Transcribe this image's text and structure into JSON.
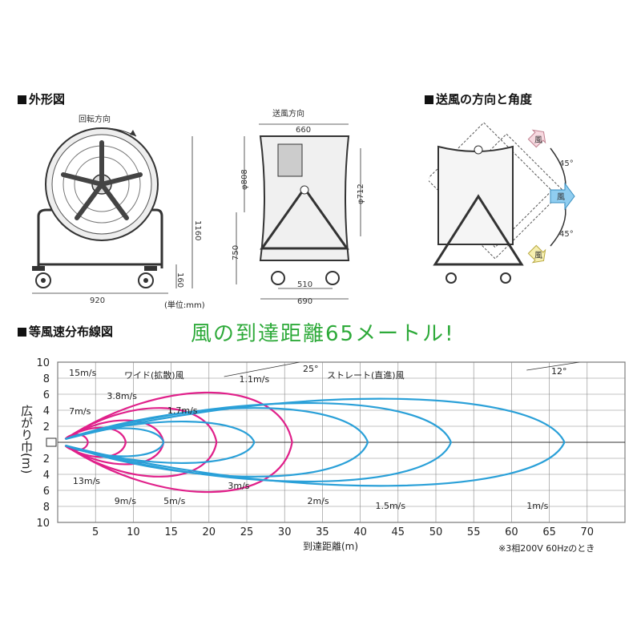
{
  "sections": {
    "outline_title": "外形図",
    "airflow_title": "送風の方向と角度",
    "distribution_title": "等風速分布線図"
  },
  "headline": "風の到達距離65メートル!",
  "outline": {
    "rotation_label": "回転方向",
    "dim_height": "1160",
    "dim_width": "920",
    "dim_caster": "160",
    "unit_note": "(単位:mm)",
    "side_direction_label": "送風方向",
    "dim_660": "660",
    "dim_808": "φ808",
    "dim_712": "φ712",
    "dim_750": "750",
    "dim_510": "510",
    "dim_690": "690"
  },
  "airflow": {
    "angle_up": "45°",
    "angle_down": "45°",
    "wind_label": "風"
  },
  "chart_data": {
    "type": "line",
    "xlabel": "到達距離(m)",
    "ylabel": "広がり巾(m)",
    "x_ticks": [
      "5",
      "10",
      "15",
      "20",
      "25",
      "30",
      "35",
      "40",
      "45",
      "50",
      "55",
      "60",
      "65",
      "70"
    ],
    "y_ticks_top": [
      "10",
      "8",
      "6",
      "4",
      "2"
    ],
    "y_ticks_bottom": [
      "2",
      "4",
      "6",
      "8",
      "10"
    ],
    "xlim": [
      0,
      75
    ],
    "ylim": [
      -10,
      10
    ],
    "grid": true,
    "wide_label": "ワイド(拡散)風",
    "wide_angle": "25°",
    "straight_label": "ストレート(直進)風",
    "straight_angle": "12°",
    "footnote": "※3相200V 60Hzのとき",
    "wide_color": "#e0208a",
    "straight_color": "#2aa0d8",
    "series": [
      {
        "name": "wide",
        "label": "15m/s",
        "reach": 4,
        "halfwidth": 1.2
      },
      {
        "name": "wide",
        "label": "13m/s",
        "reach": 4,
        "halfwidth": 1.2
      },
      {
        "name": "wide",
        "label": "7m/s",
        "reach": 9,
        "halfwidth": 2.3
      },
      {
        "name": "wide",
        "label": "3.8m/s",
        "reach": 14,
        "halfwidth": 3.5
      },
      {
        "name": "wide",
        "label": "9m/s",
        "reach": 14,
        "halfwidth": 3.5
      },
      {
        "name": "wide",
        "label": "1.7m/s",
        "reach": 21,
        "halfwidth": 5.5
      },
      {
        "name": "wide",
        "label": "1.1m/s",
        "reach": 31,
        "halfwidth": 8
      },
      {
        "name": "straight",
        "label": "5m/s",
        "reach": 14,
        "halfwidth": 2.2
      },
      {
        "name": "straight",
        "label": "3m/s",
        "reach": 26,
        "halfwidth": 3.3
      },
      {
        "name": "straight",
        "label": "2m/s",
        "reach": 41,
        "halfwidth": 5.5
      },
      {
        "name": "straight",
        "label": "1.5m/s",
        "reach": 52,
        "halfwidth": 6.3
      },
      {
        "name": "straight",
        "label": "1m/s",
        "reach": 67,
        "halfwidth": 7
      }
    ]
  }
}
